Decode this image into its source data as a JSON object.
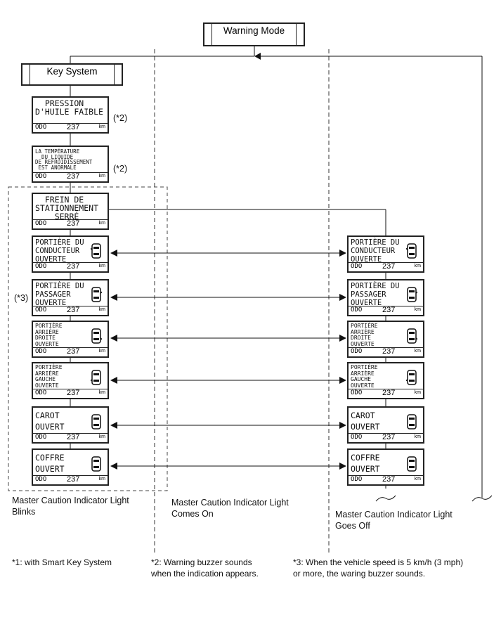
{
  "boxes": {
    "warning_mode": "Warning Mode",
    "key_system": "Key System"
  },
  "displays": {
    "huile": {
      "line1": "  PRESSION",
      "line2": "D'HUILE FAIBLE",
      "odo_label": "ODO",
      "odo_value": "237",
      "odo_unit": "km"
    },
    "temperature": {
      "line1": "LA TEMPÉRATURE",
      "line2": "  DU LIQUIDE",
      "line3": "DE REFROIDISSEMENT",
      "line4": " EST ANORMALE",
      "odo_label": "ODO",
      "odo_value": "237",
      "odo_unit": "km"
    },
    "frein": {
      "line1": "  FREIN DE",
      "line2": "STATIONNEMENT",
      "line3": "    SERRÉ",
      "odo_label": "ODO",
      "odo_value": "237",
      "odo_unit": "km"
    },
    "conducteur": {
      "line1": "PORTIÈRE DU",
      "line2": "CONDUCTEUR",
      "line3": "OUVERTE",
      "odo_label": "ODO",
      "odo_value": "237",
      "odo_unit": "km"
    },
    "passager": {
      "line1": "PORTIÈRE DU",
      "line2": "PASSAGER",
      "line3": "OUVERTE",
      "odo_label": "ODO",
      "odo_value": "237",
      "odo_unit": "km"
    },
    "arr_droite": {
      "line1": "PORTIÈRE",
      "line2": "ARRIÈRE",
      "line3": "DROITE",
      "line4": "OUVERTE",
      "odo_label": "ODO",
      "odo_value": "237",
      "odo_unit": "km"
    },
    "arr_gauche": {
      "line1": "PORTIÈRE",
      "line2": "ARRIÈRE",
      "line3": "GAUCHE",
      "line4": "OUVERTE",
      "odo_label": "ODO",
      "odo_value": "237",
      "odo_unit": "km"
    },
    "capot": {
      "line1": "CAROT",
      "line2": "OUVERT",
      "odo_label": "ODO",
      "odo_value": "237",
      "odo_unit": "km"
    },
    "coffre": {
      "line1": "COFFRE",
      "line2": "OUVERT",
      "odo_label": "ODO",
      "odo_value": "237",
      "odo_unit": "km"
    }
  },
  "marks": {
    "note2_a": "(*2)",
    "note2_b": "(*2)",
    "note3": "(*3)"
  },
  "captions": {
    "blinks_1": "Master Caution Indicator Light",
    "blinks_2": "Blinks",
    "comes_on_1": "Master Caution Indicator Light",
    "comes_on_2": "Comes On",
    "goes_off_1": "Master Caution Indicator Light",
    "goes_off_2": "Goes Off"
  },
  "footnotes": {
    "f1": "*1: with Smart Key System",
    "f2_1": "*2: Warning buzzer sounds",
    "f2_2": "when the  indication appears.",
    "f3_1": "*3: When the vehicle speed is 5 km/h (3 mph)",
    "f3_2": "or more, the waring buzzer sounds."
  },
  "icons": {
    "car_icon": "car-top-view-icon",
    "arrow_icon": "arrowhead-icon"
  }
}
